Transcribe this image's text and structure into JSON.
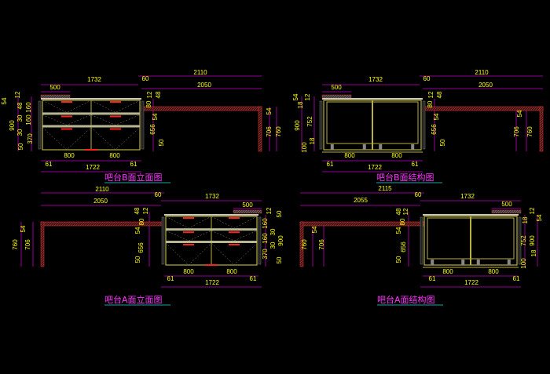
{
  "colors": {
    "background": "#000000",
    "dimension_text": "#ffff00",
    "dimension_line": "#c000c0",
    "title": "#ff33ff",
    "cabinet": "#b8b040",
    "counter_hatch": "#c03030"
  },
  "panels": [
    {
      "title": "吧台B面立面图",
      "kind": "elevation",
      "labels": [
        "2110",
        "60",
        "2050",
        "1732",
        "500",
        "54",
        "12",
        "900",
        "48",
        "160",
        "30",
        "160",
        "30",
        "370",
        "50",
        "12",
        "48",
        "80",
        "54",
        "656",
        "50",
        "54",
        "706",
        "760",
        "800",
        "800",
        "61",
        "61",
        "1722"
      ]
    },
    {
      "title": "吧台B面结构图",
      "kind": "structure",
      "labels": [
        "2110",
        "60",
        "2050",
        "1732",
        "500",
        "54",
        "12",
        "18",
        "900",
        "752",
        "100",
        "18",
        "12",
        "48",
        "80",
        "54",
        "656",
        "50",
        "54",
        "706",
        "760",
        "800",
        "800",
        "61",
        "61",
        "1722"
      ]
    },
    {
      "title": "吧台A面立面图",
      "kind": "elevation",
      "labels": [
        "2110",
        "60",
        "2050",
        "1732",
        "500",
        "48",
        "12",
        "80",
        "54",
        "656",
        "50",
        "760",
        "54",
        "706",
        "12",
        "160",
        "30",
        "160",
        "30",
        "370",
        "50",
        "900",
        "50",
        "800",
        "800",
        "61",
        "61",
        "1722"
      ]
    },
    {
      "title": "吧台A面结构图",
      "kind": "structure",
      "labels": [
        "2115",
        "60",
        "2055",
        "1732",
        "500",
        "48",
        "12",
        "80",
        "54",
        "656",
        "50",
        "54",
        "760",
        "706",
        "12",
        "18",
        "54",
        "752",
        "900",
        "18",
        "100",
        "800",
        "800",
        "61",
        "61",
        "1722"
      ]
    }
  ]
}
